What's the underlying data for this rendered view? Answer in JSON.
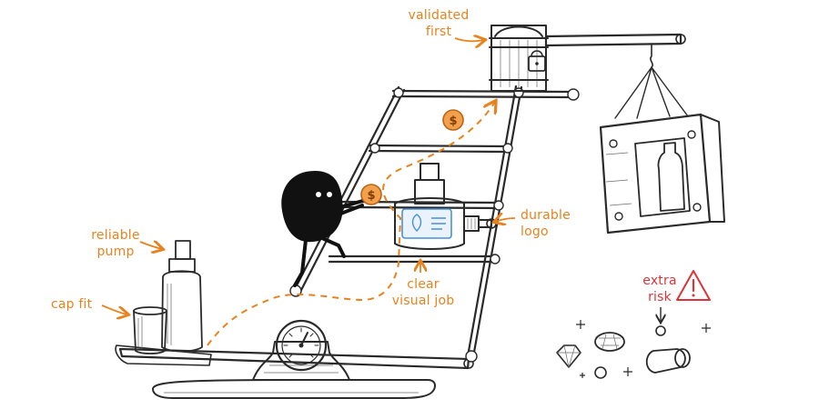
{
  "labels": {
    "validated_first": "validated\nfirst",
    "durable_logo": "durable\nlogo",
    "reliable_pump": "reliable\npump",
    "cap_fit": "cap fit",
    "clear_visual_job": "clear\nvisual job",
    "extra_risk": "extra\nrisk"
  },
  "colors": {
    "accent_orange": "#e8821e",
    "risk_red": "#d9343a",
    "ink": "#2a2a2a"
  },
  "icons": {
    "coin": "dollar-coin-icon",
    "warning": "warning-triangle-icon",
    "gauge": "scale-gauge-icon",
    "lock": "padlock-icon"
  }
}
